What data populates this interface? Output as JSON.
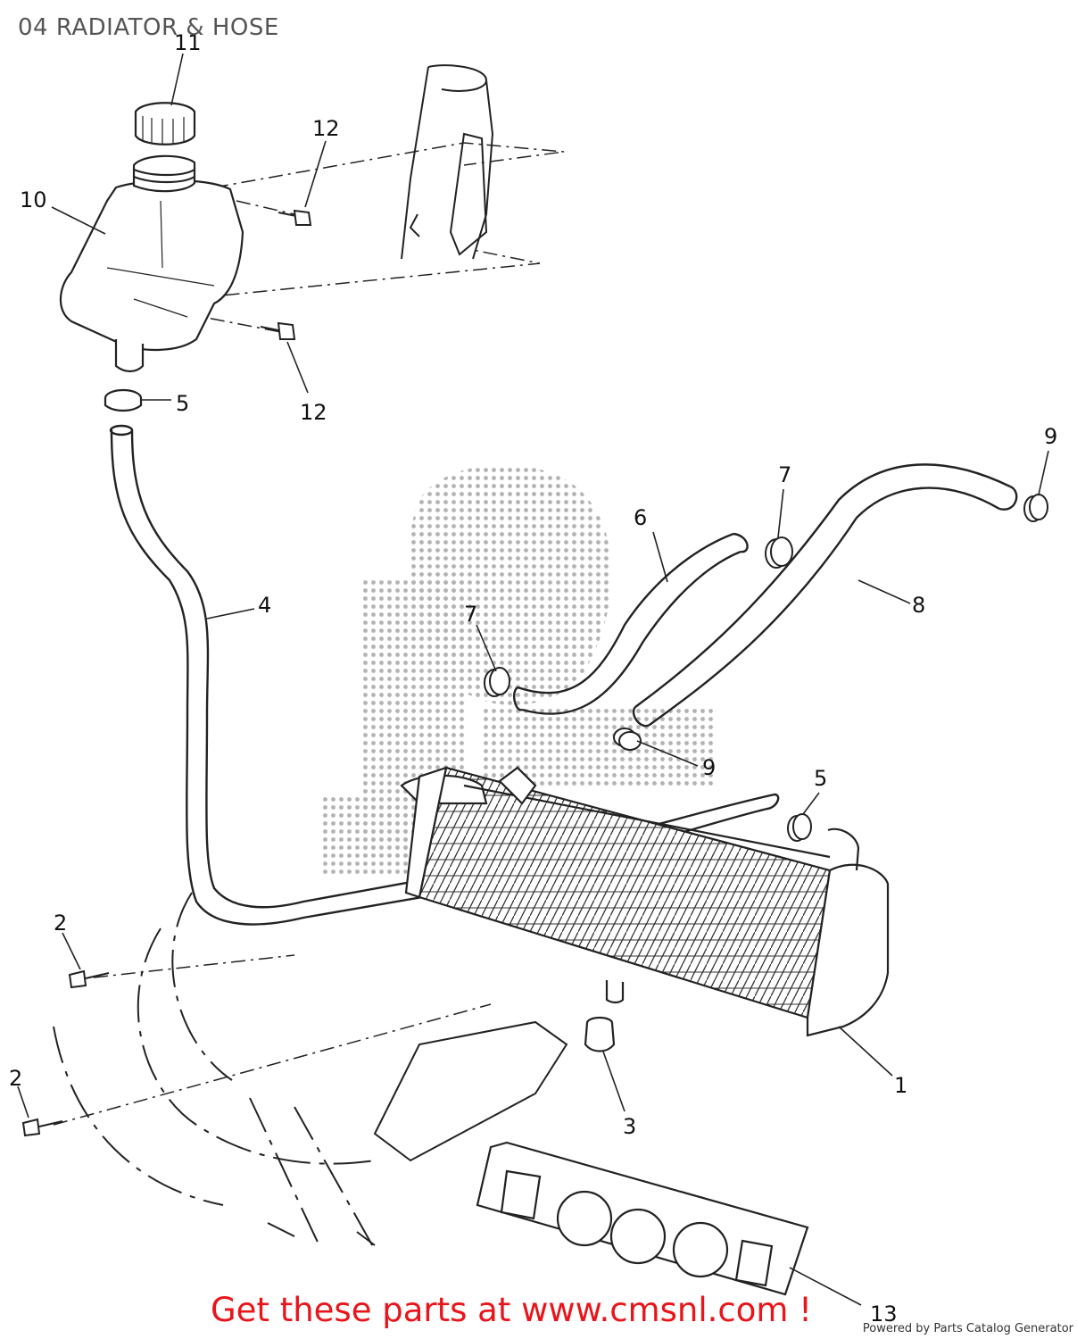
{
  "title": "04 RADIATOR & HOSE",
  "callouts": {
    "c1": "1",
    "c2a": "2",
    "c2b": "2",
    "c3": "3",
    "c4": "4",
    "c5a": "5",
    "c5b": "5",
    "c6": "6",
    "c7a": "7",
    "c7b": "7",
    "c8": "8",
    "c9a": "9",
    "c9b": "9",
    "c10": "10",
    "c11": "11",
    "c12a": "12",
    "c12b": "12",
    "c13": "13"
  },
  "footer": {
    "promo": "Get these parts at www.cmsnl.com !",
    "powered": "Powered by Parts Catalog Generator"
  }
}
